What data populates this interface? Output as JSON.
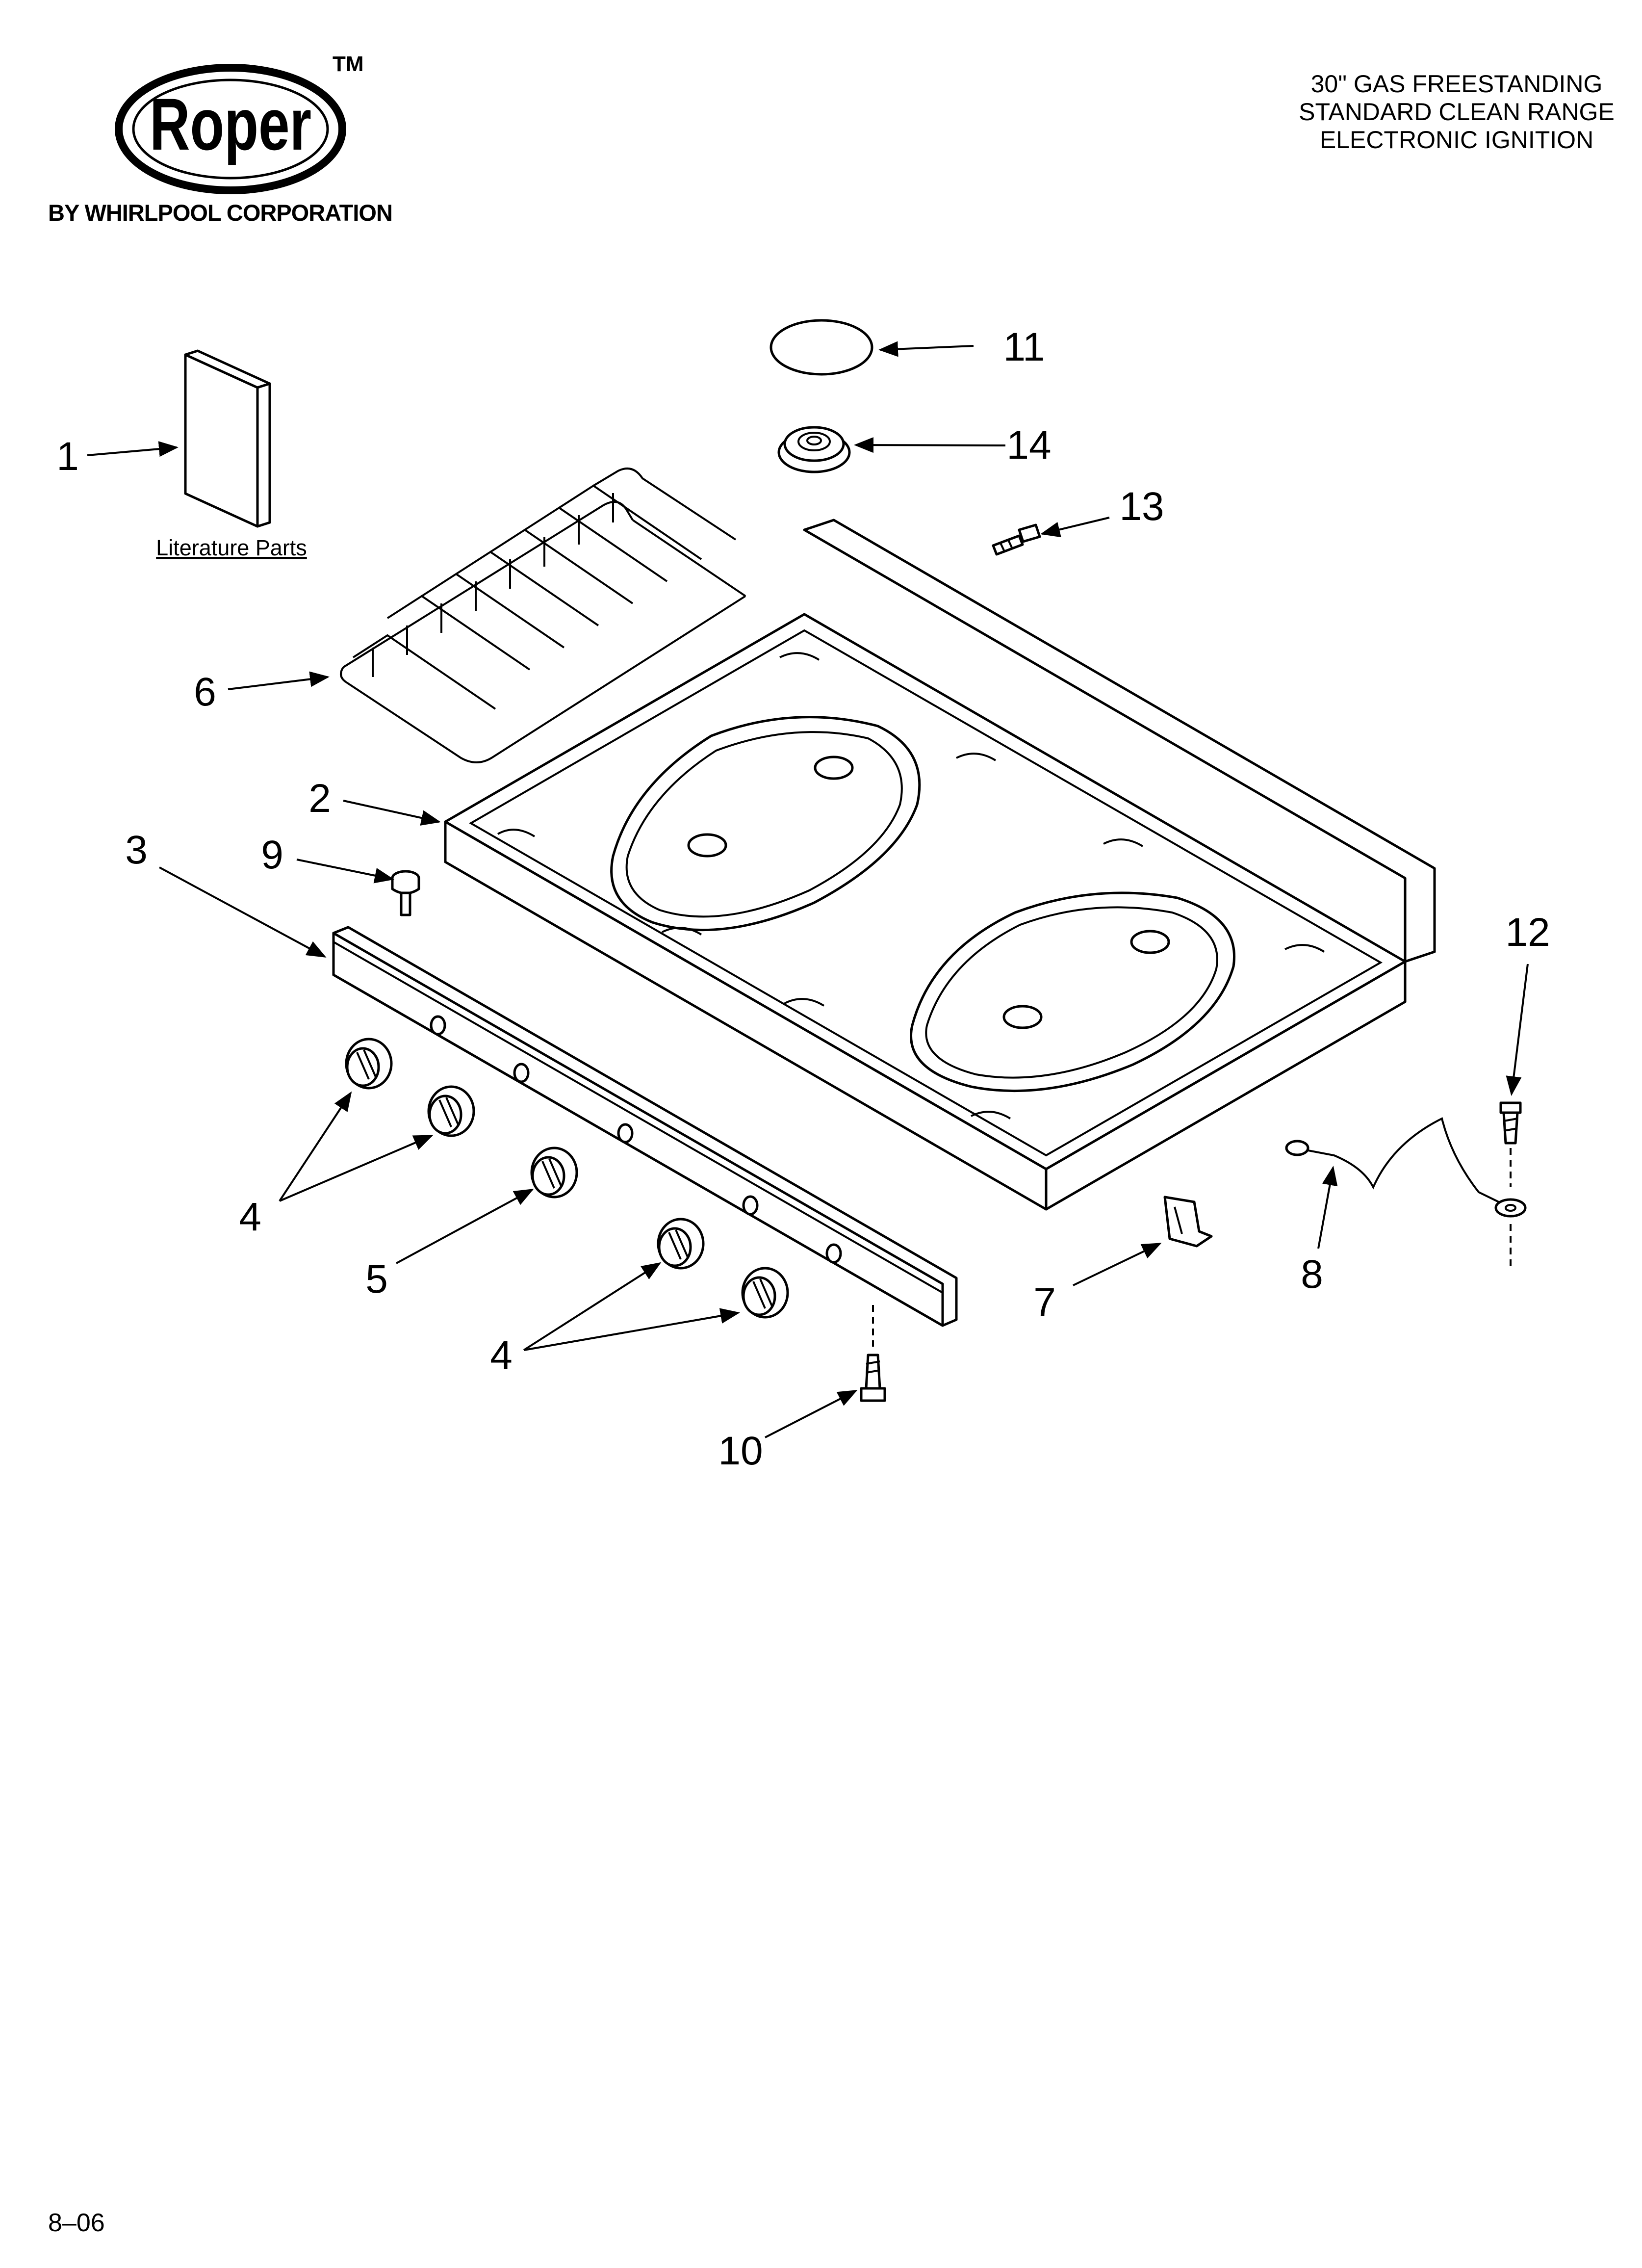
{
  "brand": {
    "name": "Roper",
    "trademark": "TM",
    "subtitle": "BY WHIRLPOOL CORPORATION"
  },
  "header": {
    "lines": [
      "30\" GAS FREESTANDING",
      "STANDARD CLEAN RANGE",
      "ELECTRONIC IGNITION"
    ]
  },
  "literature_label": "Literature Parts",
  "callouts": {
    "c1": "1",
    "c2": "2",
    "c3": "3",
    "c4a": "4",
    "c4b": "4",
    "c5": "5",
    "c6": "6",
    "c7": "7",
    "c8": "8",
    "c9": "9",
    "c10": "10",
    "c11": "11",
    "c12": "12",
    "c13": "13",
    "c14": "14"
  },
  "footer": {
    "code": "8–06"
  }
}
